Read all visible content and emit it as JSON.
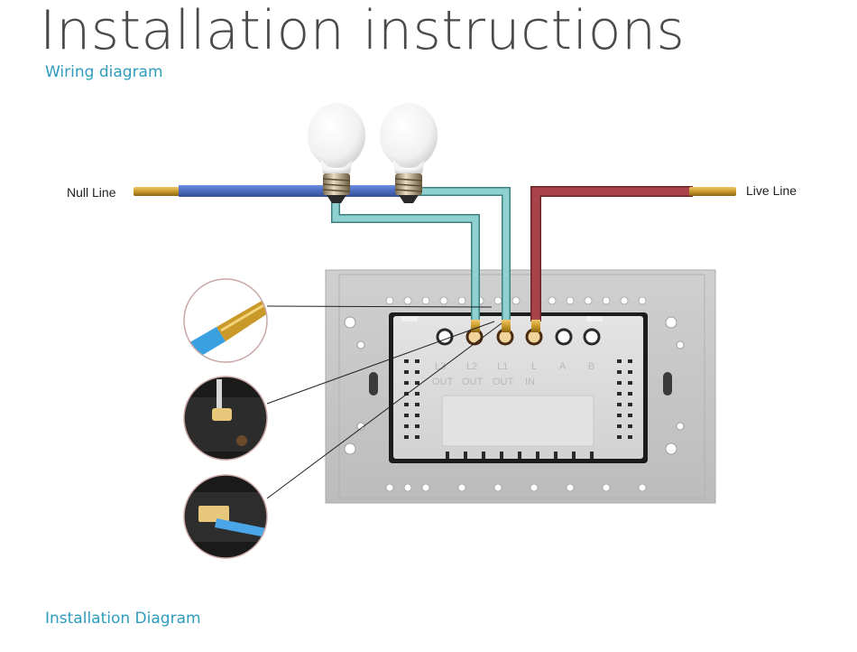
{
  "header": {
    "title": "Installation instructions",
    "subtitle": "Wiring diagram"
  },
  "wires": {
    "null_label": "Null Line",
    "live_label": "Live Line"
  },
  "terminals": {
    "labels": [
      "L3",
      "L2",
      "L1",
      "L",
      "A",
      "B"
    ],
    "row2": [
      "OUT",
      "OUT",
      "OUT",
      "IN"
    ]
  },
  "footer": {
    "caption": "Installation Diagram"
  },
  "colors": {
    "title": "#4a4a4a",
    "accent": "#2f9bbd",
    "null_wire": "#4a6bbf",
    "load_wire": "#7cc3c3",
    "live_wire": "#a8434a",
    "copper": "#c99a2a",
    "plate": "#c9c9c9"
  }
}
